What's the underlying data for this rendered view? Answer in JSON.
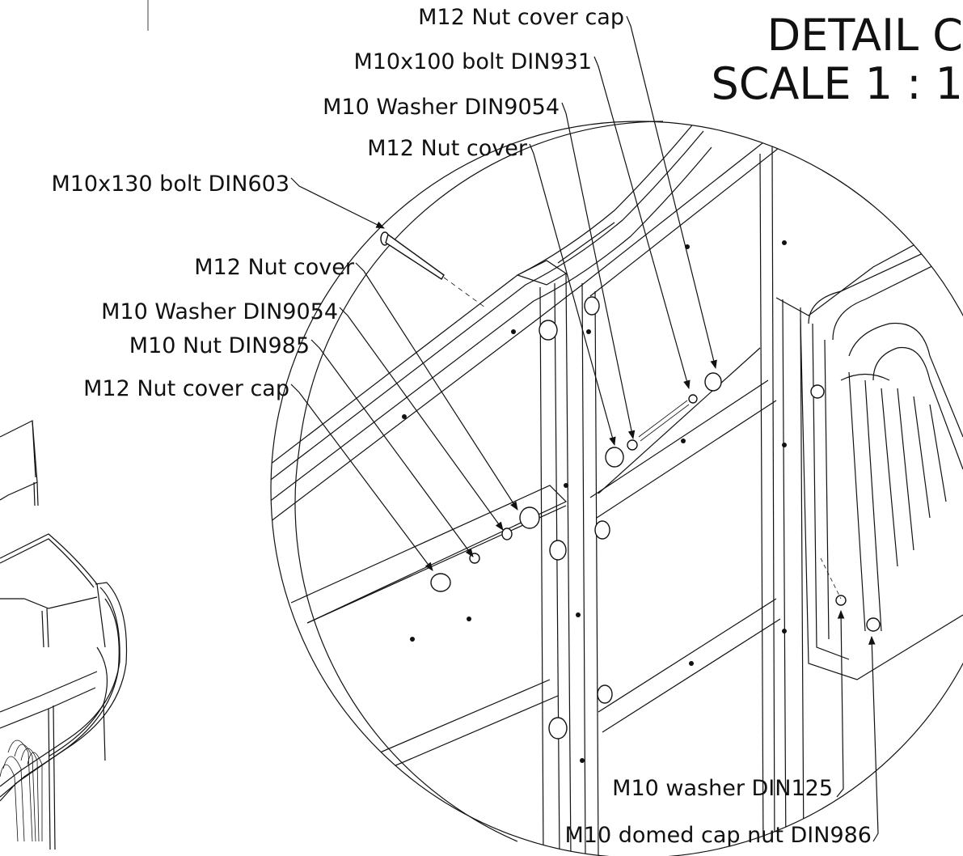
{
  "detail": {
    "title_line1": "DETAIL C",
    "title_line2": "SCALE 1 : 1"
  },
  "callouts": [
    "M12 Nut cover cap",
    "M10x100 bolt DIN931",
    "M10 Washer DIN9054",
    "M12 Nut cover",
    "M10x130 bolt DIN603",
    "M12 Nut cover",
    "M10 Washer DIN9054",
    "M10 Nut DIN985",
    "M12 Nut cover cap",
    "M10 washer DIN125",
    "M10 domed cap nut DIN986"
  ]
}
